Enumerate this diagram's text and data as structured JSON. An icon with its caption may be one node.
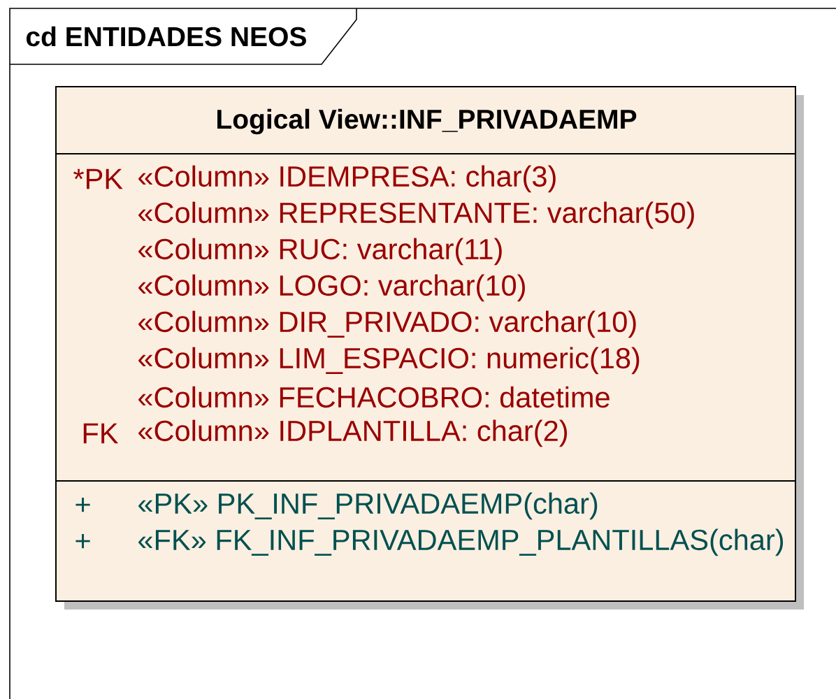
{
  "diagram": {
    "nodes": [
      {
        "text": [
          "cd ENTIDADES NEOS"
        ]
      },
      {
        "text": [
          "Logical View::INF_PRIVADAEMP",
          "*PK",
          "«Column» IDEMPRESA: char(3)",
          "«Column» REPRESENTANTE: varchar(50)",
          "«Column» RUC: varchar(11)",
          "«Column» LOGO: varchar(10)",
          "«Column» DIR_PRIVADO: varchar(10)",
          "«Column» LIM_ESPACIO: numeric(18)",
          "«Column» FECHACOBRO: datetime",
          "FK",
          "«Column» IDPLANTILLA: char(2)",
          "+",
          "«PK» PK_INF_PRIVADAEMP(char)",
          "+",
          "«FK» FK_INF_PRIVADAEMP_PLANTILLAS(char)"
        ],
        "in": 0
      }
    ],
    "edges": []
  }
}
